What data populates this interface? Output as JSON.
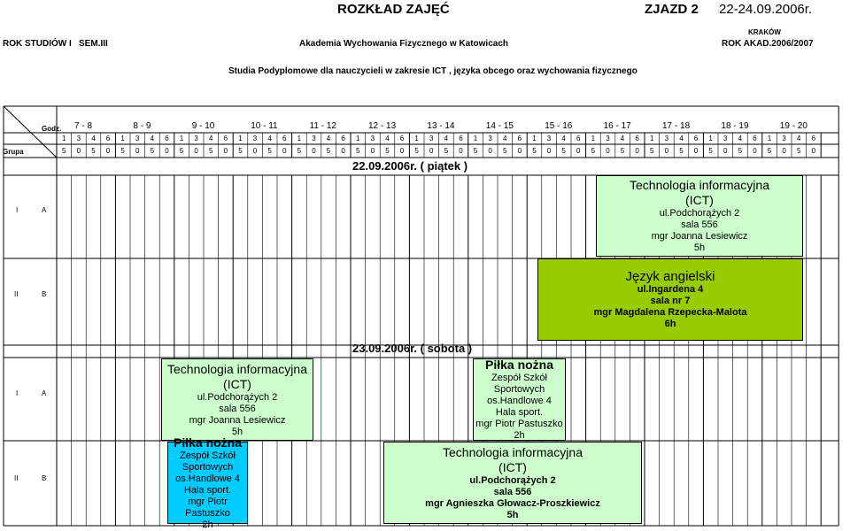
{
  "header": {
    "title": "ROZKŁAD ZAJĘĆ",
    "zjazd": "ZJAZD 2",
    "dates": "22-24.09.2006r.",
    "city": "KRAKÓW",
    "rok_studiow": "ROK STUDIÓW I",
    "semestr": "SEM.III",
    "academy": "Akademia Wychowania Fizycznego w Katowicach",
    "rok_akad": "ROK AKAD.2006/2007",
    "studia": "Studia Podyplomowe dla nauczycieli w zakresie ICT , języka obcego oraz wychowania fizycznego"
  },
  "grid": {
    "godz_label": "Godz.",
    "grupa_label": "Grupa",
    "hours": [
      "7  -  8",
      "8  -  9",
      "9  -  10",
      "10  -  11",
      "11  -  12",
      "12  -  13",
      "13  -  14",
      "14  -  15",
      "15  -  16",
      "16  -  17",
      "17  -  18",
      "18  -  19",
      "19  -  20"
    ],
    "minutes_top": [
      "1",
      "3",
      "4",
      "6"
    ],
    "minutes_bottom": [
      "5",
      "0",
      "5",
      "0"
    ]
  },
  "days": [
    {
      "label": "22.09.2006r. ( piątek )",
      "rows": [
        {
          "roman": "I",
          "letter": "A"
        },
        {
          "roman": "II",
          "letter": "B"
        }
      ]
    },
    {
      "label": "23.09.2006r. ( sobota )",
      "rows": [
        {
          "roman": "I",
          "letter": "A"
        },
        {
          "roman": "II",
          "letter": "B"
        }
      ]
    }
  ],
  "blocks": {
    "fri_ict": {
      "title1": "Technologia informacyjna",
      "title2": "(ICT)",
      "l1": "ul.Podchorążych 2",
      "l2": "sala 556",
      "l3": "mgr Joanna Lesiewicz",
      "l4": "5h"
    },
    "fri_eng": {
      "title1": "Język angielski",
      "l1": "ul.Ingardena 4",
      "l2": "sala nr 7",
      "l3": "mgr Magdalena Rzepecka-Malota",
      "l4": "6h"
    },
    "sat_ict_a": {
      "title1": "Technologia informacyjna",
      "title2": "(ICT)",
      "l1": "ul.Podchorążych 2",
      "l2": "sala 556",
      "l3": "mgr Joanna Lesiewicz",
      "l4": "5h"
    },
    "sat_pilka_a": {
      "title1": "Piłka nożna",
      "l1": "Zespół Szkół",
      "l2": "Sportowych",
      "l3": "os.Handlowe 4",
      "l4": "Hala sport.",
      "l5": "mgr Piotr Pastuszko",
      "l6": "2h"
    },
    "sat_pilka_b": {
      "title1": "Piłka nożna",
      "l1": "Zespół Szkół",
      "l2": "Sportowych",
      "l3": "os.Handlowe 4",
      "l4": "Hala sport.",
      "l5": "mgr Piotr Pastuszko",
      "l6": "2h"
    },
    "sat_ict_b": {
      "title1": "Technologia informacyjna",
      "title2": "(ICT)",
      "l1": "ul.Podchorążych 2",
      "l2": "sala 556",
      "l3": "mgr Agnieszka Głowacz-Proszkiewicz",
      "l4": "5h"
    }
  },
  "colors": {
    "light_green": "#ccffcc",
    "dark_green": "#99cc00",
    "cyan": "#00ccff"
  }
}
